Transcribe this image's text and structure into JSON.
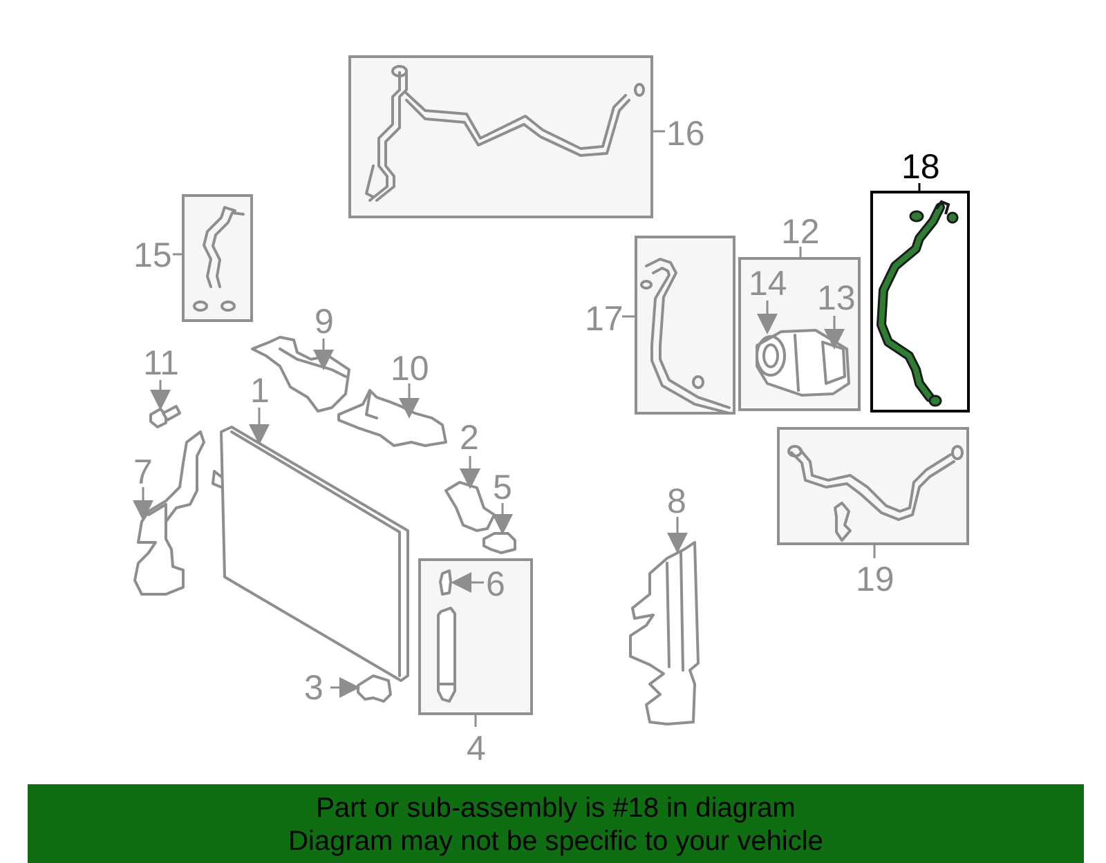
{
  "callouts": {
    "c1": "1",
    "c2": "2",
    "c3": "3",
    "c4": "4",
    "c5": "5",
    "c6": "6",
    "c7": "7",
    "c8": "8",
    "c9": "9",
    "c10": "10",
    "c11": "11",
    "c12": "12",
    "c13": "13",
    "c14": "14",
    "c15": "15",
    "c16": "16",
    "c17": "17",
    "c18": "18",
    "c19": "19"
  },
  "highlight": {
    "callout": "18",
    "color": "#0f6d12",
    "hose_color": "#2e7d32"
  },
  "banner": {
    "line1": "Part or sub-assembly is #18 in diagram",
    "line2": "Diagram may not be specific to your vehicle",
    "background": "#0f6d12"
  }
}
